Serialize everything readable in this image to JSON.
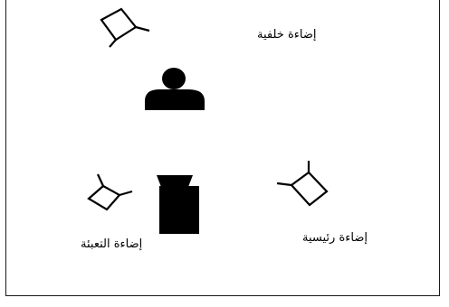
{
  "labels": {
    "back_light": "إضاءة خلفية",
    "key_light": "إضاءة رئيسية",
    "fill_light": "إضاءة التعبئة"
  },
  "colors": {
    "ink": "#000000",
    "frame": "#1a1a1a",
    "background": "#ffffff"
  },
  "icons": {
    "back_light": "light-icon",
    "key_light": "light-icon",
    "fill_light": "light-icon",
    "subject": "person-icon",
    "camera": "camera-icon"
  }
}
